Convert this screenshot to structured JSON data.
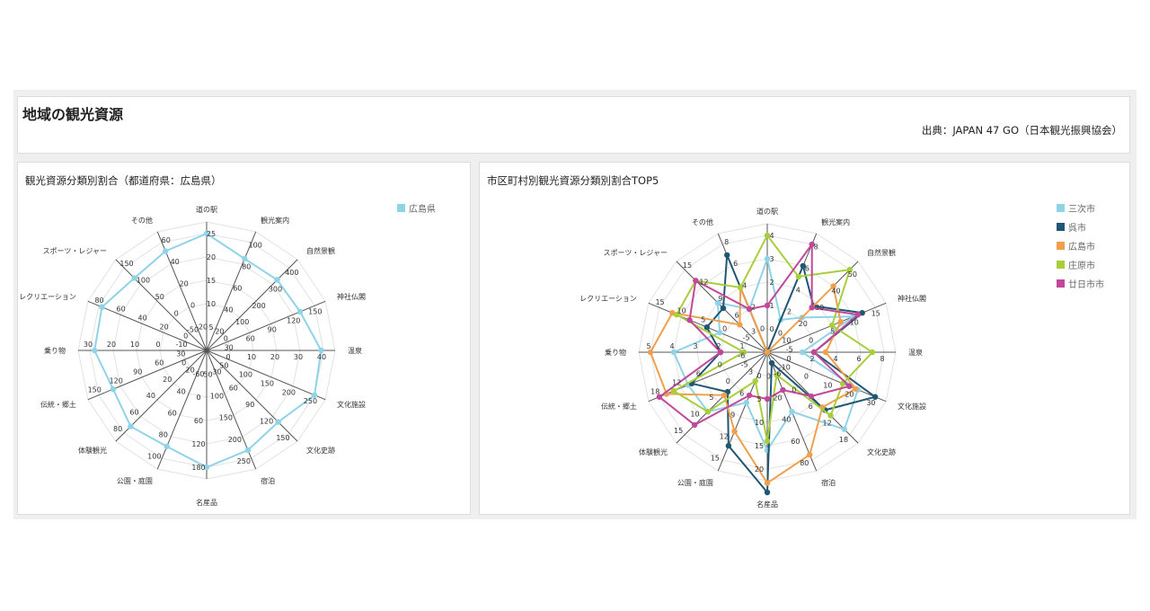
{
  "header": {
    "title": "地域の観光資源",
    "source": "出典：JAPAN 47 GO（日本観光振興協会）"
  },
  "chart_data": [
    {
      "type": "radar",
      "title": "観光資源分類別割合（都道府県：広島県）",
      "legend_position": "top-right",
      "axes": [
        {
          "label": "道の駅",
          "min": 0,
          "step": 5
        },
        {
          "label": "観光案内",
          "min": 0,
          "step": 20
        },
        {
          "label": "自然景観",
          "min": -100,
          "step": 100
        },
        {
          "label": "神社仏閣",
          "min": 0,
          "step": 30
        },
        {
          "label": "温泉",
          "min": -10,
          "step": 10
        },
        {
          "label": "文化施設",
          "min": 0,
          "step": 50
        },
        {
          "label": "文化史跡",
          "min": 0,
          "step": 30
        },
        {
          "label": "宿泊",
          "min": 0,
          "step": 50
        },
        {
          "label": "名産品",
          "min": -120,
          "step": 60
        },
        {
          "label": "公園・庭園",
          "min": 0,
          "step": 20
        },
        {
          "label": "体験観光",
          "min": -20,
          "step": 20
        },
        {
          "label": "伝統・郷土",
          "min": 0,
          "step": 30
        },
        {
          "label": "乗り物",
          "min": -20,
          "step": 10
        },
        {
          "label": "レクリエーション",
          "min": -20,
          "step": 20
        },
        {
          "label": "スポーツ・レジャー",
          "min": -100,
          "step": 50
        },
        {
          "label": "その他",
          "min": -40,
          "step": 20
        }
      ],
      "series": [
        {
          "name": "広島県",
          "color": "#8fd3e8",
          "values": [
            25,
            85,
            327,
            130,
            39,
            250,
            130,
            231,
            180,
            89,
            72,
            130,
            28,
            77,
            119,
            52
          ]
        }
      ]
    },
    {
      "type": "radar",
      "title": "市区町村別観光資源分類別割合TOP5",
      "legend_position": "top-right",
      "axes": [
        {
          "label": "道の駅",
          "min": -1,
          "step": 1
        },
        {
          "label": "観光案内",
          "min": -2,
          "step": 2
        },
        {
          "label": "自然景観",
          "min": 0,
          "step": 10
        },
        {
          "label": "神社仏閣",
          "min": -10,
          "step": 5
        },
        {
          "label": "温泉",
          "min": -2,
          "step": 2
        },
        {
          "label": "文化施設",
          "min": -20,
          "step": 10
        },
        {
          "label": "文化史跡",
          "min": -12,
          "step": 6
        },
        {
          "label": "宿泊",
          "min": -20,
          "step": 20
        },
        {
          "label": "名産品",
          "min": -5,
          "step": 5
        },
        {
          "label": "公園・庭園",
          "min": 0,
          "step": 3
        },
        {
          "label": "体験観光",
          "min": -10,
          "step": 5
        },
        {
          "label": "伝統・郷土",
          "min": -12,
          "step": 6
        },
        {
          "label": "乗り物",
          "min": 0,
          "step": 1
        },
        {
          "label": "レクリエーション",
          "min": -10,
          "step": 5
        },
        {
          "label": "スポーツ・レジャー",
          "min": 0,
          "step": 3
        },
        {
          "label": "その他",
          "min": -2,
          "step": 2
        }
      ],
      "series": [
        {
          "name": "三次市",
          "color": "#8fd3e8",
          "values": [
            3,
            1,
            21,
            10,
            1,
            22,
            16,
            35,
            16,
            7,
            8,
            10,
            4,
            1,
            9,
            2
          ]
        },
        {
          "name": "呉市",
          "color": "#1f5673",
          "values": [
            -1,
            6,
            28,
            12,
            2,
            30,
            9,
            -10,
            25,
            13,
            2,
            9,
            2,
            4,
            8,
            7
          ]
        },
        {
          "name": "広島市",
          "color": "#f0a04b",
          "values": [
            -1,
            -2,
            40,
            7,
            3,
            21,
            8,
            75,
            23,
            11,
            3,
            16,
            5,
            12,
            5,
            4
          ]
        },
        {
          "name": "庄原市",
          "color": "#a8cf3a",
          "values": [
            4,
            5,
            50,
            5,
            7,
            15,
            11,
            1,
            14,
            4,
            8,
            14,
            1,
            11,
            13,
            4
          ]
        },
        {
          "name": "廿日市市",
          "color": "#c2479a",
          "values": [
            1,
            8,
            27,
            11,
            2,
            18,
            4,
            15,
            5,
            6,
            12,
            18,
            2,
            8,
            13,
            2
          ]
        }
      ]
    }
  ]
}
